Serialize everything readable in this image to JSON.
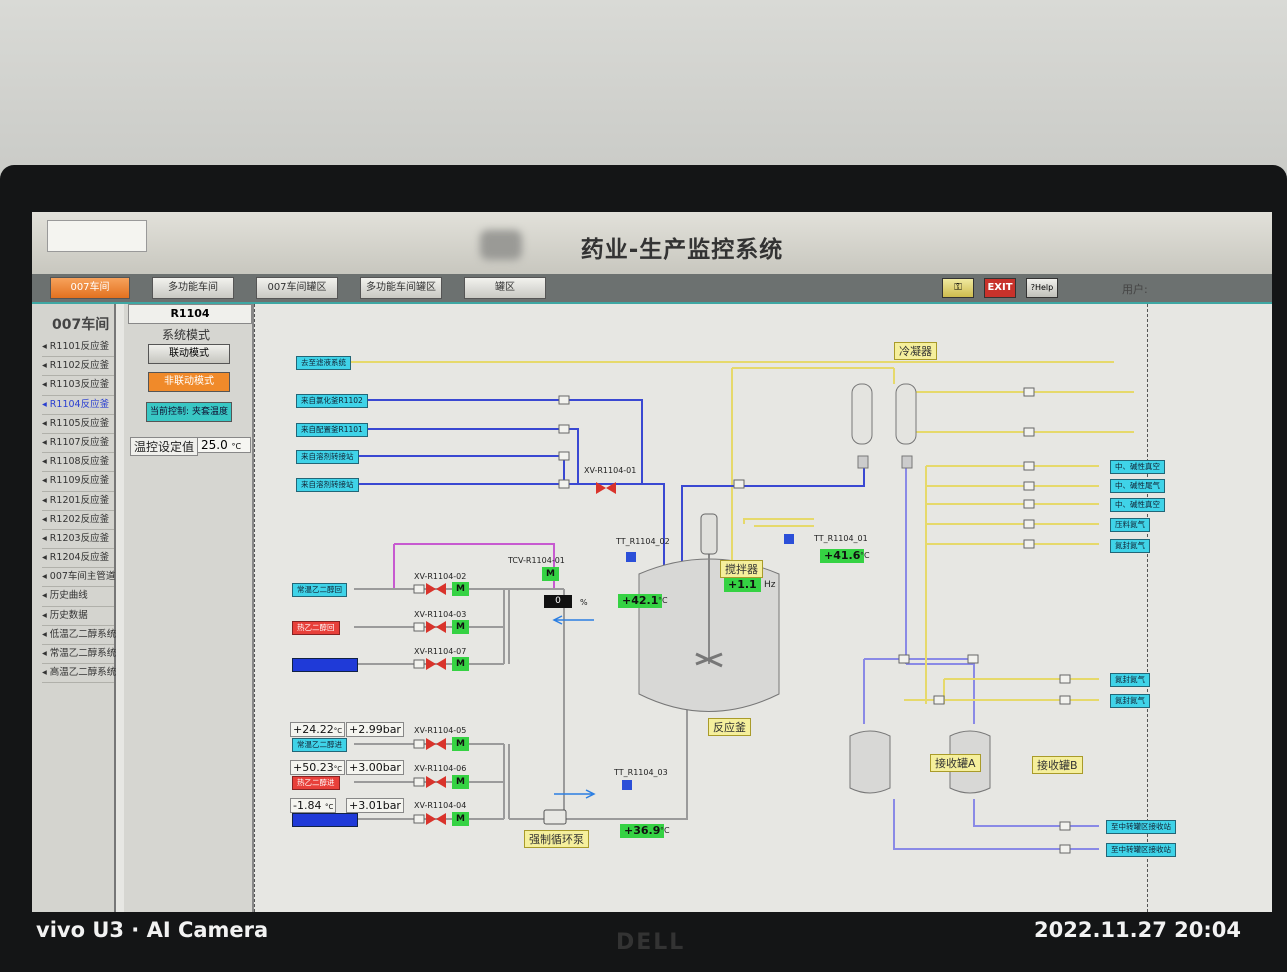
{
  "header": {
    "title_suffix": "药业-生产监控系统",
    "user_label": "用户:"
  },
  "nav_tabs": [
    "007车间",
    "多功能车间",
    "007车间罐区",
    "多功能车间罐区",
    "罐区"
  ],
  "toolbar": {
    "exit_label": "EXIT",
    "help_label": "?Help"
  },
  "left_nav": {
    "workshop": "007车间",
    "items": [
      "R1101反应釜",
      "R1102反应釜",
      "R1103反应釜",
      "R1104反应釜",
      "R1105反应釜",
      "R1107反应釜",
      "R1108反应釜",
      "R1109反应釜",
      "R1201反应釜",
      "R1202反应釜",
      "R1203反应釜",
      "R1204反应釜",
      "007车间主管道",
      "历史曲线",
      "历史数据",
      "低温乙二醇系统",
      "常温乙二醇系统",
      "高温乙二醇系统"
    ]
  },
  "control_panel": {
    "reactor": "R1104",
    "system_mode_label": "系统模式",
    "linked_mode": "联动模式",
    "unlinked_mode": "非联动模式",
    "current_control": "当前控制: 夹套温度",
    "setpoint_label": "温控设定值",
    "setpoint_value": "25.0",
    "setpoint_unit": "°C"
  },
  "process": {
    "sources": [
      "去至滤液系统",
      "来自氯化釜R1102",
      "来自配置釜R1101",
      "来自溶剂转接站",
      "来自溶剂转接站"
    ],
    "valve_tags": {
      "xv01": "XV-R1104-01",
      "xv02": "XV-R1104-02",
      "xv03": "XV-R1104-03",
      "xv07": "XV-R1104-07",
      "xv05": "XV-R1104-05",
      "xv06": "XV-R1104-06",
      "xv04": "XV-R1104-04",
      "tcv01": "TCV-R1104-01"
    },
    "motor_label": "M",
    "glycol": {
      "normal_return": "常温乙二醇回",
      "hot_return": "热乙二醇回",
      "normal_in": "常温乙二醇进",
      "hot_in": "热乙二醇进"
    },
    "readings": {
      "normal_temp": "+24.22",
      "normal_press": "+2.99bar",
      "hot_temp": "+50.23",
      "hot_press": "+3.00bar",
      "low_temp": "-1.84",
      "low_press": "+3.01bar",
      "tcv_percent": "0",
      "percent_unit": "%",
      "temp_unit": "°C",
      "tt02_value": "+42.1",
      "tt01_value": "+41.6",
      "tt03_value": "+36.9",
      "agitator_hz": "+1.1",
      "hz_unit": "Hz"
    },
    "temp_tags": {
      "tt02": "TT_R1104_02",
      "tt01": "TT_R1104_01",
      "tt03": "TT_R1104_03"
    },
    "equipment": {
      "condenser": "冷凝器",
      "agitator": "搅拌器",
      "reactor": "反应釜",
      "pump": "强制循环泵",
      "tank_a": "接收罐A",
      "tank_b": "接收罐B"
    },
    "right_tags": [
      "中、碱性真空",
      "中、碱性尾气",
      "中、碱性真空",
      "压料氮气",
      "氮封氮气",
      "氮封氮气",
      "氮封氮气",
      "至中转罐区接收站",
      "至中转罐区接收站"
    ]
  },
  "photo": {
    "camera": "vivo U3 · AI Camera",
    "timestamp": "2022.11.27 20:04",
    "brand": "DELL"
  }
}
